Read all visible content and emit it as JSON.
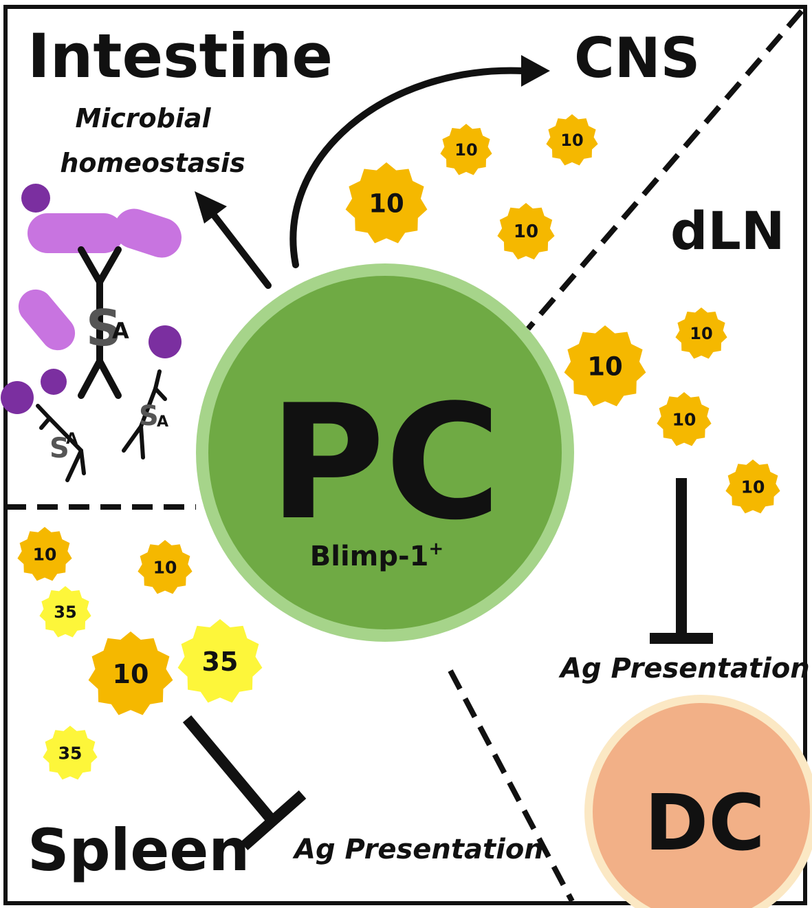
{
  "regions": {
    "intestine": "Intestine",
    "cns": "CNS",
    "dln": "dLN",
    "spleen": "Spleen"
  },
  "intestine_note": {
    "line1": "Microbial",
    "line2": "homeostasis"
  },
  "plasma_cell": {
    "label": "PC",
    "marker": "Blimp-1",
    "marker_superscript": "+"
  },
  "dendritic_cell": {
    "label": "DC"
  },
  "antibody_labels": {
    "s": "S",
    "a": "A"
  },
  "inhibition_labels": {
    "dln": "Ag Presentation",
    "spleen": "Ag Presentation"
  },
  "cytokines": {
    "il10": "10",
    "il35": "35"
  },
  "colors": {
    "il10_fill": "#f5b800",
    "il35_fill": "#fdf63a",
    "pc_outer": "#a6d48a",
    "pc_inner": "#6faa44",
    "dc_fill": "#f2b087",
    "dc_border": "#fbe8c4",
    "bacteria_rod": "#c874e0",
    "bacteria_coccus": "#7b2fa0"
  }
}
